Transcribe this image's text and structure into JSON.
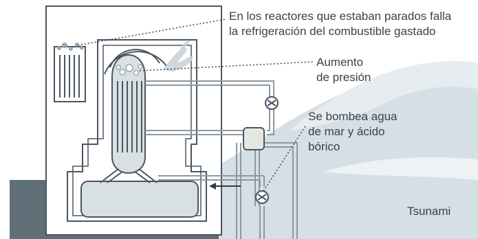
{
  "labels": {
    "spent_fuel": [
      "En los reactores que estaban parados falla",
      "la refrigeración del combustible gastado"
    ],
    "pressure": [
      "Aumento",
      "de presión"
    ],
    "pumping": [
      "Se bombea agua",
      "de mar y ácido",
      "bórico"
    ],
    "tsunami": "Tsunami"
  },
  "colors": {
    "ground": "#5f6f78",
    "wave": "#d5dfe6",
    "line": "#4a5560",
    "fill": "#ffffff",
    "core_fill": "#d9e0e3",
    "text": "#3b4147"
  },
  "icons": [
    "pump-icon",
    "steam-plume-icon",
    "arrow-left-icon"
  ]
}
